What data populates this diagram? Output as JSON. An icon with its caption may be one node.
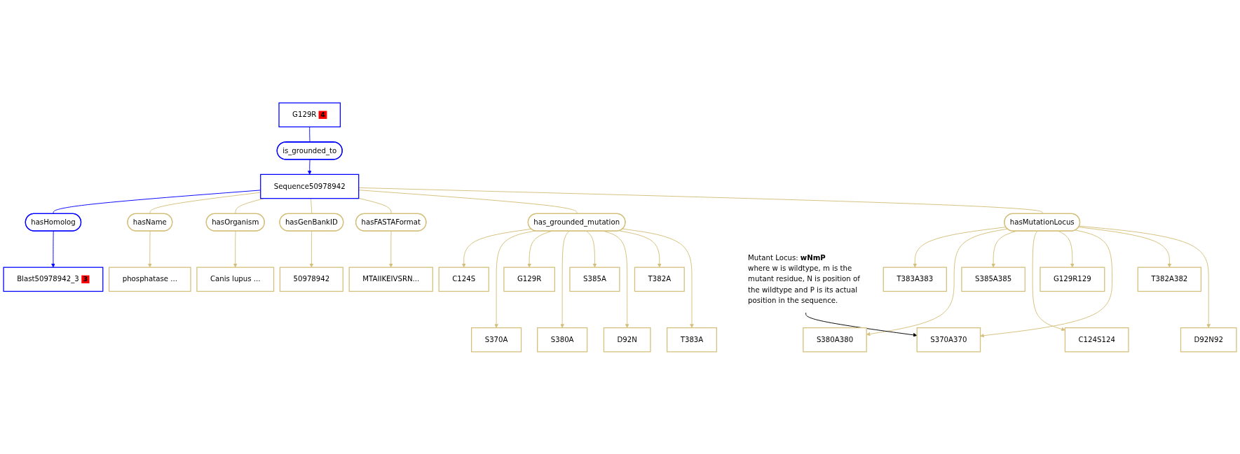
{
  "diagram": {
    "nodes": [
      {
        "text": [
          "G129R",
          "4"
        ]
      },
      {
        "text": [
          "Sequence50978942"
        ]
      },
      {
        "text": [
          "hasHomolog"
        ]
      },
      {
        "text": [
          "Blast50978942_3",
          "3"
        ]
      },
      {
        "text": [
          "is_grounded_to"
        ]
      },
      {
        "text": [
          "hasName"
        ]
      },
      {
        "text": [
          "hasOrganism"
        ]
      },
      {
        "text": [
          "phosphatase ..."
        ]
      },
      {
        "text": [
          "hasGenBankID"
        ]
      },
      {
        "text": [
          "Canis lupus ..."
        ]
      },
      {
        "text": [
          "hasFASTAFormat"
        ]
      },
      {
        "text": [
          "50978942"
        ]
      },
      {
        "text": [
          "MTAIIKEIVSRN..."
        ]
      },
      {
        "text": [
          "has_grounded_mutation"
        ]
      },
      {
        "text": [
          "hasMutationLocus"
        ]
      },
      {
        "text": [
          "C124S"
        ]
      },
      {
        "text": [
          "S370A"
        ]
      },
      {
        "text": [
          "G129R"
        ]
      },
      {
        "text": [
          "S380A"
        ]
      },
      {
        "text": [
          "S385A"
        ]
      },
      {
        "text": [
          "D92N"
        ]
      },
      {
        "text": [
          "T382A"
        ]
      },
      {
        "text": [
          "T383A"
        ]
      },
      {
        "text": [
          "T383A383"
        ]
      },
      {
        "text": [
          "S380A380"
        ]
      },
      {
        "text": [
          "S385A385"
        ]
      },
      {
        "text": [
          "C124S124"
        ]
      },
      {
        "text": [
          "G129R129"
        ]
      },
      {
        "text": [
          "S370A370"
        ]
      },
      {
        "text": [
          "T382A382"
        ]
      },
      {
        "text": [
          "D92N92"
        ]
      },
      {
        "text": [
          "Mutant Locus: **wNmP**",
          "where w is wildtype, m is the mutant residue, N is position of the wildtype and P is its actual position in the sequence."
        ]
      }
    ],
    "edges": [
      {
        "from": 0,
        "to": 4,
        "arrow": "none",
        "color": "#0000ff"
      },
      {
        "from": 4,
        "to": 1,
        "arrow": "to",
        "color": "#0000ff"
      },
      {
        "from": 1,
        "to": 2,
        "arrow": "none",
        "color": "#0000ff"
      },
      {
        "from": 2,
        "to": 3,
        "arrow": "to",
        "color": "#0000ff"
      },
      {
        "from": 1,
        "to": 5,
        "arrow": "none"
      },
      {
        "from": 5,
        "to": 7,
        "arrow": "to"
      },
      {
        "from": 1,
        "to": 6,
        "arrow": "none"
      },
      {
        "from": 6,
        "to": 9,
        "arrow": "to"
      },
      {
        "from": 1,
        "to": 8,
        "arrow": "none"
      },
      {
        "from": 8,
        "to": 11,
        "arrow": "to"
      },
      {
        "from": 1,
        "to": 10,
        "arrow": "none"
      },
      {
        "from": 10,
        "to": 12,
        "arrow": "to"
      },
      {
        "from": 1,
        "to": 13,
        "arrow": "none"
      },
      {
        "from": 13,
        "to": 15,
        "arrow": "to"
      },
      {
        "from": 13,
        "to": 16,
        "arrow": "to"
      },
      {
        "from": 13,
        "to": 17,
        "arrow": "to"
      },
      {
        "from": 13,
        "to": 18,
        "arrow": "to"
      },
      {
        "from": 13,
        "to": 19,
        "arrow": "to"
      },
      {
        "from": 13,
        "to": 20,
        "arrow": "to"
      },
      {
        "from": 13,
        "to": 21,
        "arrow": "to"
      },
      {
        "from": 13,
        "to": 22,
        "arrow": "to"
      },
      {
        "from": 1,
        "to": 14,
        "arrow": "none"
      },
      {
        "from": 14,
        "to": 23,
        "arrow": "to"
      },
      {
        "from": 14,
        "to": 24,
        "arrow": "to"
      },
      {
        "from": 14,
        "to": 25,
        "arrow": "to"
      },
      {
        "from": 14,
        "to": 26,
        "arrow": "to"
      },
      {
        "from": 14,
        "to": 27,
        "arrow": "to"
      },
      {
        "from": 14,
        "to": 28,
        "arrow": "to"
      },
      {
        "from": 14,
        "to": 29,
        "arrow": "to"
      },
      {
        "from": 14,
        "to": 30,
        "arrow": "to"
      },
      {
        "from": 31,
        "to": 28,
        "arrow": "to",
        "color": "#000000"
      }
    ]
  }
}
